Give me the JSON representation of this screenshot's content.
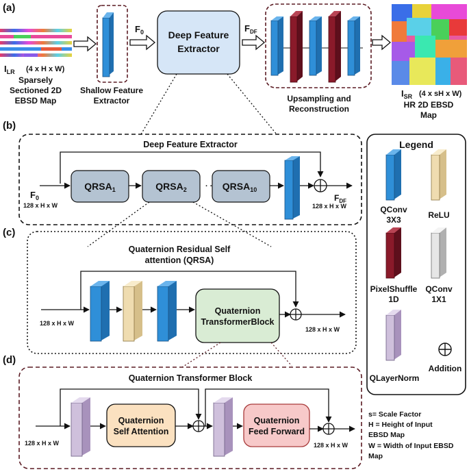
{
  "panels": {
    "a": "(a)",
    "b": "(b)",
    "c": "(c)",
    "d": "(d)"
  },
  "colors": {
    "qconv": "#2f8fd8",
    "pixelshuffle": "#8a1a2a",
    "relu": "#efdcb0",
    "qconv1x1": "#dcdcdc",
    "qlayernorm": "#cfc0dc",
    "dfe_box": "#d6e6f7",
    "qrsa_box": "#b4c3d2",
    "transformer_box": "#d9ecd4",
    "attention_box": "#fbe1c0",
    "feedforward_box": "#f7c9c9",
    "dashed_red": "#5a1a22"
  },
  "top": {
    "input_label_main": "I",
    "input_label_sub": "LR",
    "input_dims": "(4 x H x W)",
    "input_desc_line1": "Sparsely",
    "input_desc_line2": "Sectioned 2D",
    "input_desc_line3": "EBSD Map",
    "shallow_line1": "Shallow Feature",
    "shallow_line2": "Extractor",
    "f0_main": "F",
    "f0_sub": "0",
    "dfe_line1": "Deep Feature",
    "dfe_line2": "Extractor",
    "fdf_main": "F",
    "fdf_sub": "DF",
    "up_line1": "Upsampling and",
    "up_line2": "Reconstruction",
    "output_label_main": "I",
    "output_label_sub": "SR",
    "output_dims": "(4 x sH x W)",
    "output_desc_line1": "HR 2D EBSD",
    "output_desc_line2": "Map"
  },
  "panel_b": {
    "title": "Deep Feature Extractor",
    "f0_main": "F",
    "f0_sub": "0",
    "in_dims": "128 x H x W",
    "qrsa1_main": "QRSA",
    "qrsa1_sub": "1",
    "qrsa2_main": "QRSA",
    "qrsa2_sub": "2",
    "dots": "· · ·",
    "qrsa10_main": "QRSA",
    "qrsa10_sub": "10",
    "fdf_main": "F",
    "fdf_sub": "DF",
    "out_dims": "128 x H x W"
  },
  "panel_c": {
    "title_line1": "Quaternion Residual Self",
    "title_line2": "attention (QRSA)",
    "in_dims": "128 x H x W",
    "block_line1": "Quaternion",
    "block_line2": "TransformerBlock",
    "out_dims": "128 x H x W"
  },
  "panel_d": {
    "title": "Quaternion Transformer Block",
    "in_dims": "128 x H x W",
    "attn_line1": "Quaternion",
    "attn_line2": "Self Attention",
    "ff_line1": "Quaternion",
    "ff_line2": "Feed Forward",
    "out_dims": "128 x H x W"
  },
  "legend": {
    "title": "Legend",
    "qconv_line1": "QConv",
    "qconv_line2": "3X3",
    "relu": "ReLU",
    "pixelshuffle_line1": "PixelShuffle",
    "pixelshuffle_line2": "1D",
    "qconv1x1_line1": "QConv",
    "qconv1x1_line2": "1X1",
    "qlayernorm": "QLayerNorm",
    "addition": "Addition"
  },
  "notes": {
    "line1": "s= Scale Factor",
    "line2": "H =  Height of Input",
    "line3": "EBSD Map",
    "line4": "W = Width of Input EBSD",
    "line5": "Map"
  }
}
